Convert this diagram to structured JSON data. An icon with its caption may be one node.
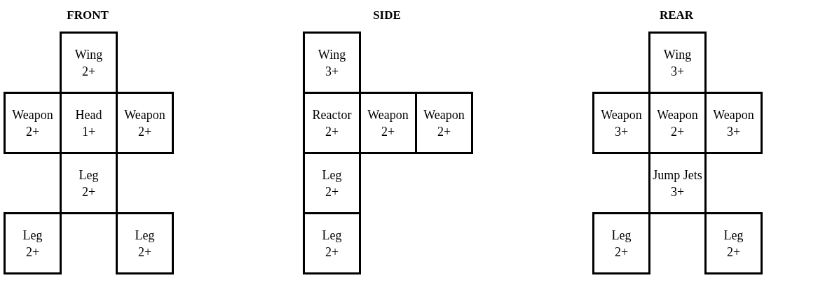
{
  "diagram": {
    "nodes": [
      {
        "text": [
          "Wing 2+"
        ]
      },
      {
        "text": [
          "Weapon 2+"
        ]
      },
      {
        "text": [
          "Head 1+"
        ]
      },
      {
        "text": [
          "Weapon 2+"
        ]
      },
      {
        "text": [
          "Leg 2+"
        ]
      },
      {
        "text": [
          "Leg 2+"
        ]
      },
      {
        "text": [
          "Leg 2+"
        ]
      },
      {
        "text": [
          "Wing 3+"
        ]
      },
      {
        "text": [
          "Reactor 2+"
        ]
      },
      {
        "text": [
          "Weapon 2+"
        ]
      },
      {
        "text": [
          "Weapon 2+"
        ]
      },
      {
        "text": [
          "Leg 2+"
        ]
      },
      {
        "text": [
          "Leg 2+"
        ]
      },
      {
        "text": [
          "Wing 3+"
        ]
      },
      {
        "text": [
          "Weapon 3+"
        ]
      },
      {
        "text": [
          "Weapon 2+"
        ]
      },
      {
        "text": [
          "Weapon 3+"
        ]
      },
      {
        "text": [
          "Jump Jets 3+"
        ]
      },
      {
        "text": [
          "Leg 2+"
        ]
      },
      {
        "text": [
          "Leg 2+"
        ]
      }
    ],
    "labels": [
      "FRONT",
      "SIDE",
      "REAR"
    ]
  }
}
